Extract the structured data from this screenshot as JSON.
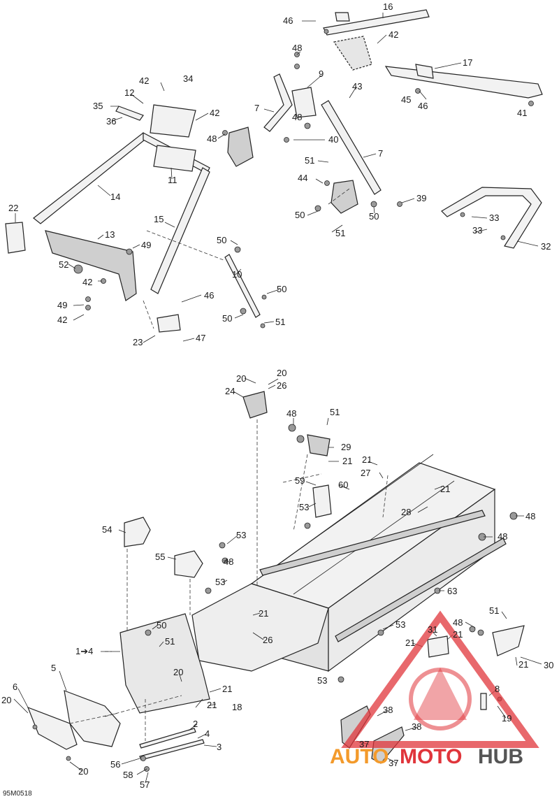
{
  "figure_code": "95M0518",
  "watermark": {
    "word1": "AUTO",
    "word2": "MOTO",
    "word3": "HUB",
    "color_orange": "#f39a2b",
    "color_red": "#e0353b",
    "color_gray": "#555555"
  },
  "callouts": [
    {
      "n": "46"
    },
    {
      "n": "16"
    },
    {
      "n": "42"
    },
    {
      "n": "48"
    },
    {
      "n": "17"
    },
    {
      "n": "9"
    },
    {
      "n": "43"
    },
    {
      "n": "42"
    },
    {
      "n": "34"
    },
    {
      "n": "12"
    },
    {
      "n": "45"
    },
    {
      "n": "46"
    },
    {
      "n": "41"
    },
    {
      "n": "35"
    },
    {
      "n": "42"
    },
    {
      "n": "7"
    },
    {
      "n": "48"
    },
    {
      "n": "36"
    },
    {
      "n": "48"
    },
    {
      "n": "40"
    },
    {
      "n": "11"
    },
    {
      "n": "7"
    },
    {
      "n": "51"
    },
    {
      "n": "44"
    },
    {
      "n": "14"
    },
    {
      "n": "39"
    },
    {
      "n": "22"
    },
    {
      "n": "50"
    },
    {
      "n": "50"
    },
    {
      "n": "51"
    },
    {
      "n": "33"
    },
    {
      "n": "15"
    },
    {
      "n": "13"
    },
    {
      "n": "33"
    },
    {
      "n": "50"
    },
    {
      "n": "49"
    },
    {
      "n": "32"
    },
    {
      "n": "52"
    },
    {
      "n": "10"
    },
    {
      "n": "42"
    },
    {
      "n": "50"
    },
    {
      "n": "46"
    },
    {
      "n": "49"
    },
    {
      "n": "42"
    },
    {
      "n": "50"
    },
    {
      "n": "51"
    },
    {
      "n": "47"
    },
    {
      "n": "23"
    },
    {
      "n": "20"
    },
    {
      "n": "20"
    },
    {
      "n": "26"
    },
    {
      "n": "24"
    },
    {
      "n": "48"
    },
    {
      "n": "51"
    },
    {
      "n": "29"
    },
    {
      "n": "21"
    },
    {
      "n": "21"
    },
    {
      "n": "27"
    },
    {
      "n": "59"
    },
    {
      "n": "60"
    },
    {
      "n": "21"
    },
    {
      "n": "53"
    },
    {
      "n": "28"
    },
    {
      "n": "48"
    },
    {
      "n": "54"
    },
    {
      "n": "53"
    },
    {
      "n": "48"
    },
    {
      "n": "55"
    },
    {
      "n": "48"
    },
    {
      "n": "53"
    },
    {
      "n": "63"
    },
    {
      "n": "21"
    },
    {
      "n": "26"
    },
    {
      "n": "53"
    },
    {
      "n": "51"
    },
    {
      "n": "48"
    },
    {
      "n": "31"
    },
    {
      "n": "21"
    },
    {
      "n": "21"
    },
    {
      "n": "30"
    },
    {
      "n": "21"
    },
    {
      "n": "50"
    },
    {
      "n": "1➔4"
    },
    {
      "n": "51"
    },
    {
      "n": "20"
    },
    {
      "n": "53"
    },
    {
      "n": "5"
    },
    {
      "n": "6"
    },
    {
      "n": "21"
    },
    {
      "n": "21"
    },
    {
      "n": "18"
    },
    {
      "n": "8"
    },
    {
      "n": "19"
    },
    {
      "n": "20"
    },
    {
      "n": "38"
    },
    {
      "n": "38"
    },
    {
      "n": "2"
    },
    {
      "n": "4"
    },
    {
      "n": "3"
    },
    {
      "n": "37"
    },
    {
      "n": "37"
    },
    {
      "n": "56"
    },
    {
      "n": "58"
    },
    {
      "n": "20"
    },
    {
      "n": "57"
    }
  ]
}
